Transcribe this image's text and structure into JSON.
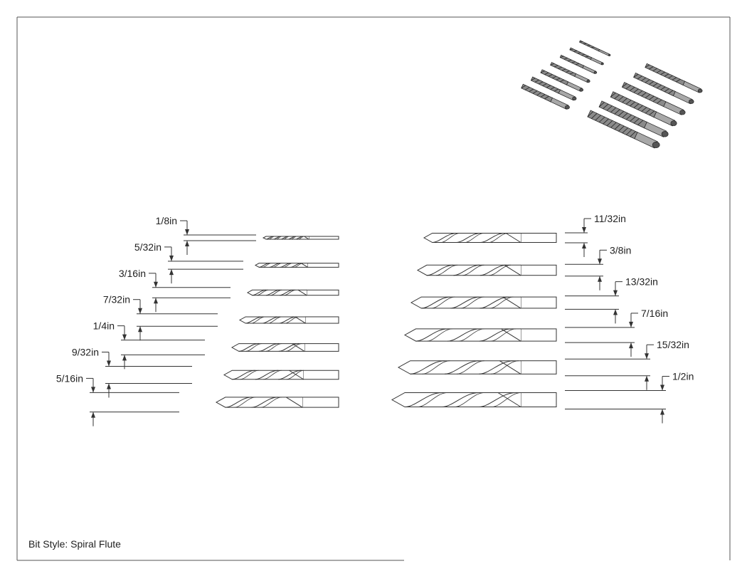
{
  "caption": "Bit Style: Spiral Flute",
  "left_bits": [
    {
      "label": "1/8in",
      "size": 0.125
    },
    {
      "label": "5/32in",
      "size": 0.15625
    },
    {
      "label": "3/16in",
      "size": 0.1875
    },
    {
      "label": "7/32in",
      "size": 0.21875
    },
    {
      "label": "1/4in",
      "size": 0.25
    },
    {
      "label": "9/32in",
      "size": 0.28125
    },
    {
      "label": "5/16in",
      "size": 0.3125
    }
  ],
  "right_bits": [
    {
      "label": "11/32in",
      "size": 0.34375
    },
    {
      "label": "3/8in",
      "size": 0.375
    },
    {
      "label": "13/32in",
      "size": 0.40625
    },
    {
      "label": "7/16in",
      "size": 0.4375
    },
    {
      "label": "15/32in",
      "size": 0.46875
    },
    {
      "label": "1/2in",
      "size": 0.5
    }
  ]
}
